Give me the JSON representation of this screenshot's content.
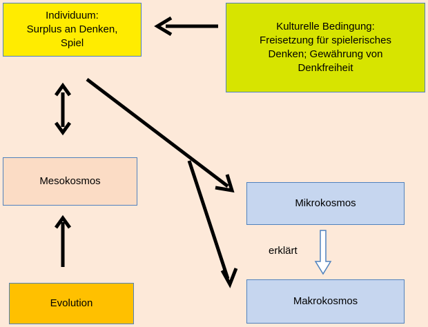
{
  "nodes": {
    "individuum": {
      "text": "Individuum:\nSurplus an Denken,\nSpiel",
      "fill": "#ffec00"
    },
    "kulturelle_bedingung": {
      "text": "Kulturelle Bedingung:\nFreisetzung für spielerisches\nDenken; Gewährung von\nDenkfreiheit",
      "fill": "#d7e400"
    },
    "mesokosmos": {
      "text": "Mesokosmos",
      "fill": "#fbdcc5"
    },
    "mikrokosmos": {
      "text": "Mikrokosmos",
      "fill": "#c6d6ef"
    },
    "makrokosmos": {
      "text": "Makrokosmos",
      "fill": "#c6d6ef"
    },
    "evolution": {
      "text": "Evolution",
      "fill": "#ffc000"
    }
  },
  "edge_labels": {
    "erklaert": "erklärt"
  },
  "colors": {
    "background": "#fde9d9",
    "box_border": "#4f81bd",
    "arrow": "#000000"
  }
}
